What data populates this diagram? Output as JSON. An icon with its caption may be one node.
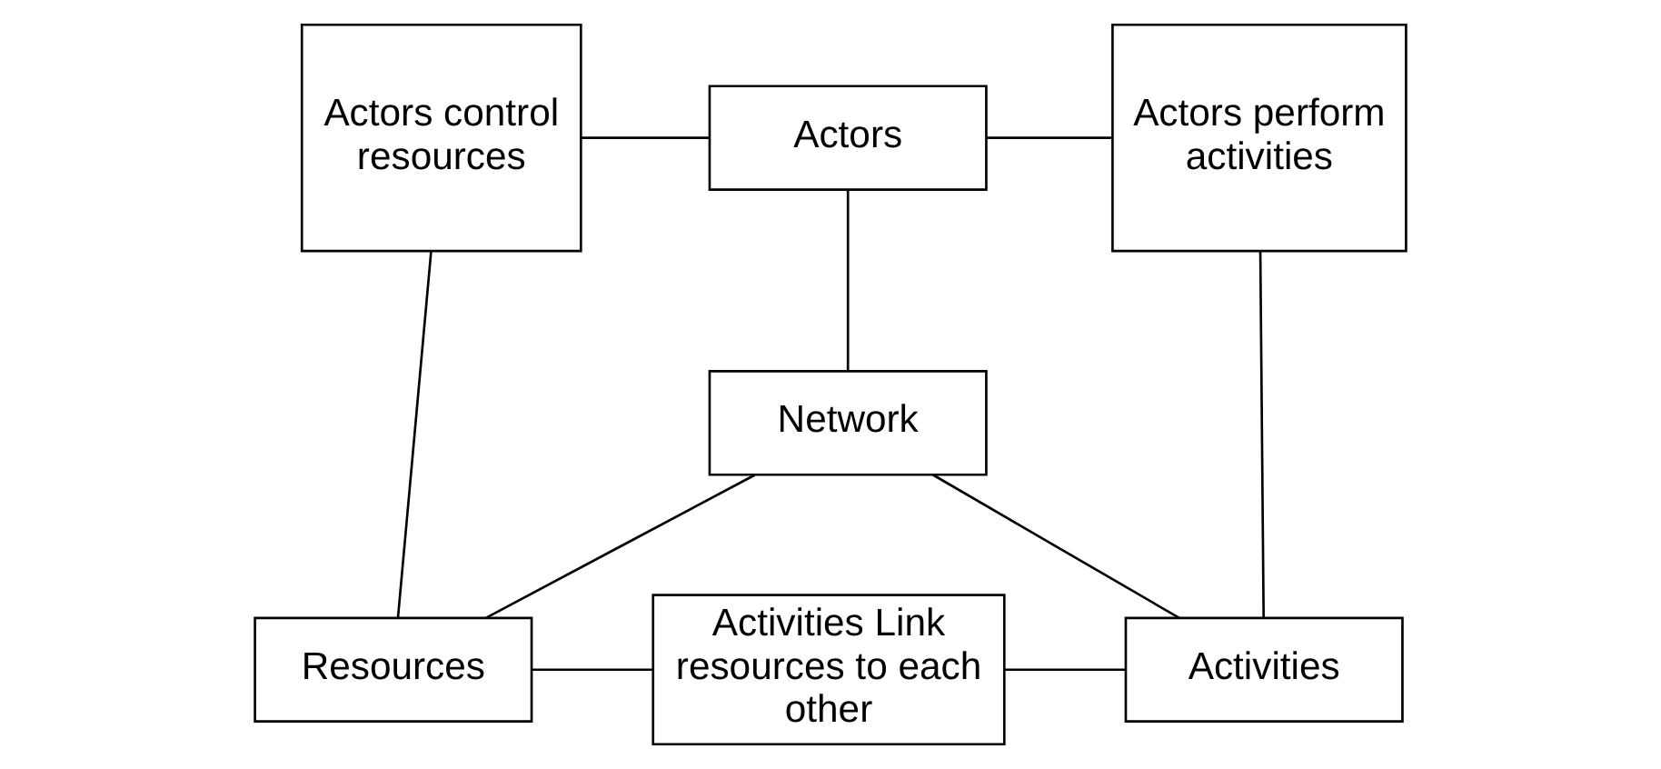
{
  "diagram": {
    "nodes": [
      {
        "text": [
          "Actors control resources"
        ]
      },
      {
        "text": [
          "Actors"
        ]
      },
      {
        "text": [
          "Actors perform activities"
        ]
      },
      {
        "text": [
          "Network"
        ]
      },
      {
        "text": [
          "Resources"
        ]
      },
      {
        "text": [
          "Activities Link resources to each other"
        ]
      },
      {
        "text": [
          "Activities"
        ]
      }
    ],
    "edges": [
      {
        "from": 0,
        "to": 1,
        "arrow": "none"
      },
      {
        "from": 1,
        "to": 2,
        "arrow": "none"
      },
      {
        "from": 1,
        "to": 3,
        "arrow": "none"
      },
      {
        "from": 0,
        "to": 4,
        "arrow": "none"
      },
      {
        "from": 2,
        "to": 6,
        "arrow": "none"
      },
      {
        "from": 3,
        "to": 4,
        "arrow": "none"
      },
      {
        "from": 3,
        "to": 6,
        "arrow": "none"
      },
      {
        "from": 4,
        "to": 5,
        "arrow": "none"
      },
      {
        "from": 5,
        "to": 6,
        "arrow": "none"
      }
    ]
  }
}
